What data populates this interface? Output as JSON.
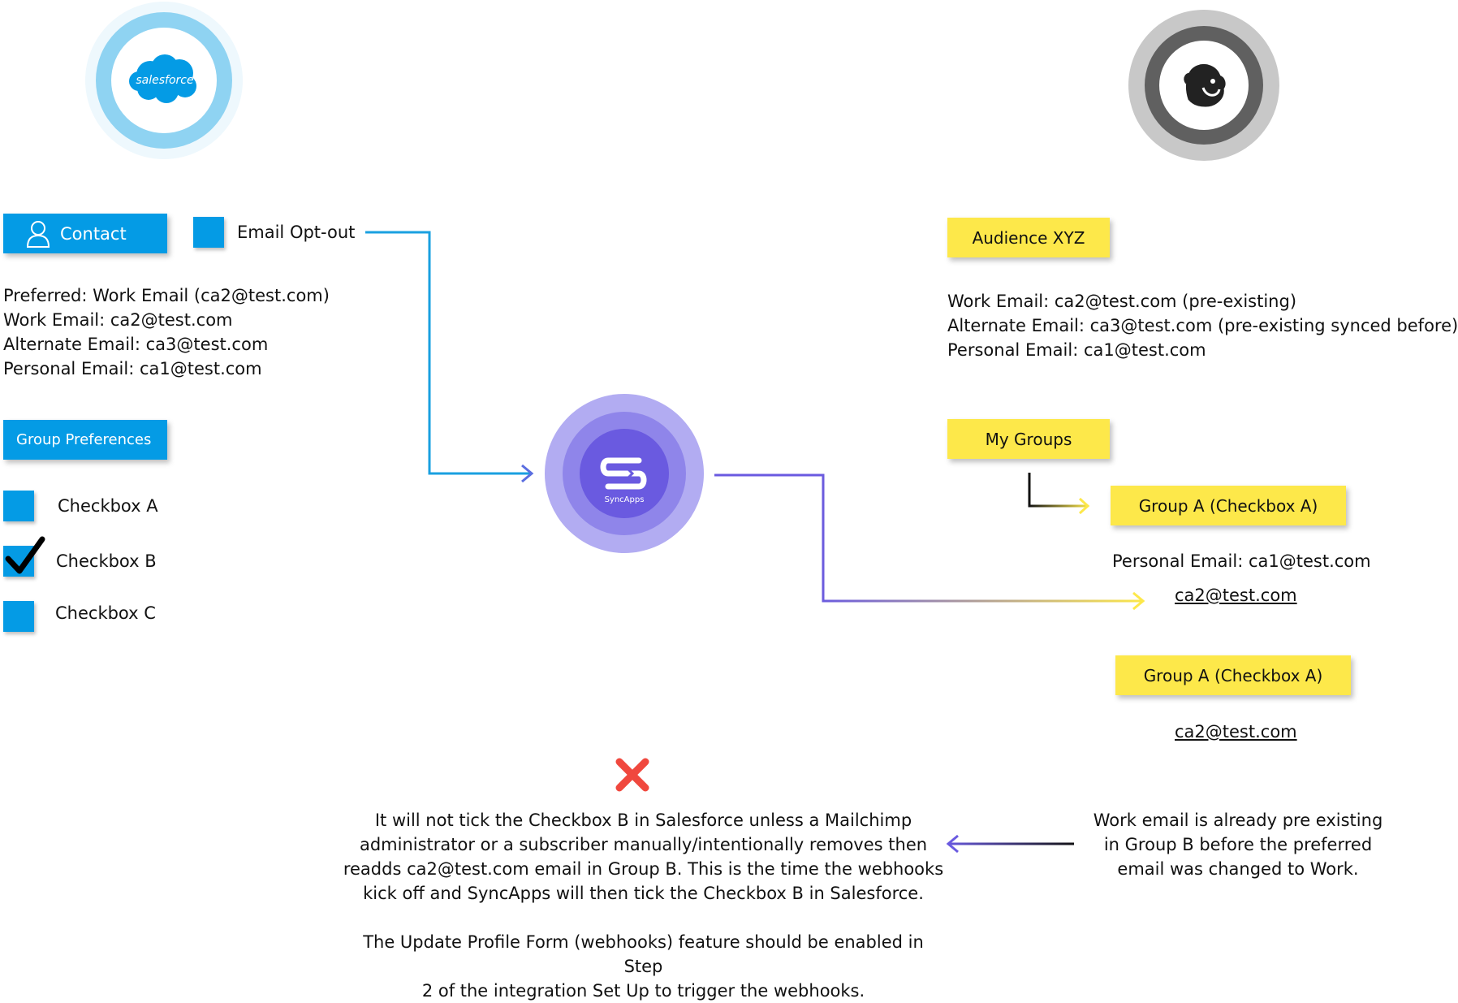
{
  "salesforce": {
    "logo_text": "salesforce",
    "object_label": "Contact",
    "optout_label": "Email Opt-out",
    "emails": [
      "Preferred: Work Email (ca2@test.com)",
      "Work Email: ca2@test.com",
      "Alternate Email: ca3@test.com",
      "Personal Email: ca1@test.com"
    ],
    "group_prefs_label": "Group Preferences",
    "checkboxes": [
      {
        "label": "Checkbox A",
        "checked": false
      },
      {
        "label": "Checkbox B",
        "checked": true
      },
      {
        "label": "Checkbox C",
        "checked": false
      }
    ]
  },
  "syncapps": {
    "logo_text": "SyncApps"
  },
  "mailchimp": {
    "audience_label": "Audience XYZ",
    "emails": [
      "Work Email: ca2@test.com (pre-existing)",
      "Alternate Email: ca3@test.com (pre-existing synced before)",
      "Personal Email: ca1@test.com"
    ],
    "groups_label": "My Groups",
    "group1": {
      "label": "Group A (Checkbox A)",
      "members": [
        "Personal Email: ca1@test.com",
        "ca2@test.com"
      ]
    },
    "group2": {
      "label": "Group A (Checkbox A)",
      "members": [
        "ca2@test.com"
      ]
    }
  },
  "notes": {
    "right_note": [
      "Work email is already pre existing",
      "in Group B before the preferred",
      "email was changed to Work."
    ],
    "main_note": [
      "It will not tick the Checkbox B in Salesforce unless a Mailchimp",
      "administrator or a subscriber manually/intentionally removes then",
      "readds ca2@test.com email in Group B. This is the time the webhooks",
      "kick off and SyncApps will then tick the Checkbox B in Salesforce."
    ],
    "setup_note": [
      "The Update Profile Form (webhooks) feature should be enabled in Step",
      "2 of the integration Set Up to trigger the webhooks."
    ]
  },
  "colors": {
    "salesforce_blue": "#049be5",
    "yellow": "#fde84a",
    "purple": "#6a5ae0",
    "red_x": "#f0483e"
  },
  "icons": [
    "user-icon",
    "checkmark-icon",
    "x-mark-icon",
    "mailchimp-icon"
  ]
}
